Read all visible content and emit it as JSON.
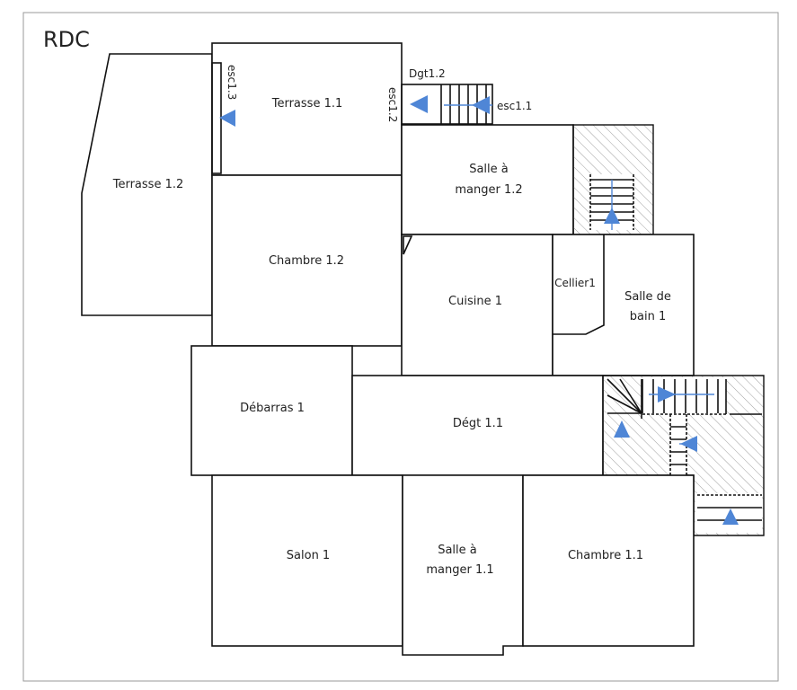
{
  "plan": {
    "level_title": "RDC",
    "rooms": {
      "terrasse_1_2": "Terrasse 1.2",
      "terrasse_1_1": "Terrasse 1.1",
      "chambre_1_2": "Chambre 1.2",
      "salle_a_manger_1_2_line1": "Salle à",
      "salle_a_manger_1_2_line2": "manger 1.2",
      "cuisine_1": "Cuisine 1",
      "cellier_1": "Cellier1",
      "salle_de_bain_1_line1": "Salle de",
      "salle_de_bain_1_line2": "bain 1",
      "debarras_1": "Débarras 1",
      "degt_1_1": "Dégt 1.1",
      "salon_1": "Salon 1",
      "salle_a_manger_1_1_line1": "Salle à",
      "salle_a_manger_1_1_line2": "manger 1.1",
      "chambre_1_1": "Chambre 1.1"
    },
    "stairs": {
      "esc_1_1": "esc1.1",
      "esc_1_2": "esc1.2",
      "esc_1_3": "esc1.3",
      "dgt_1_2": "Dgt1.2"
    },
    "colors": {
      "wall": "#111111",
      "arrow": "#4f86d6",
      "hatch": "#9a9a9a",
      "frame": "#9a9a9a"
    }
  }
}
